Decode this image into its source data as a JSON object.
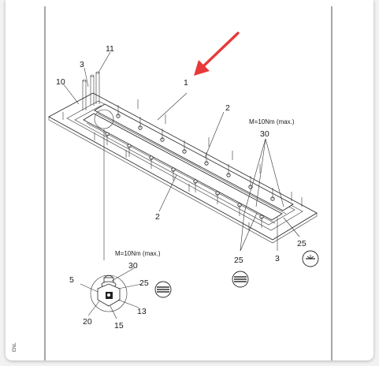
{
  "drawing": {
    "side_label": "ENL",
    "torque_top": "M=10Nm (max.)",
    "torque_detail": "M=10Nm (max.)",
    "labels": {
      "l1": "1",
      "l2a": "2",
      "l2b": "2",
      "l3a": "3",
      "l3b": "3",
      "l5": "5",
      "l10": "10",
      "l11": "11",
      "l13": "13",
      "l15": "15",
      "l20": "20",
      "l25a": "25",
      "l25b": "25",
      "l25c": "25",
      "l30a": "30",
      "l30b": "30"
    }
  },
  "colors": {
    "arrow": "#e8393a",
    "line": "#222222",
    "paper": "#ffffff",
    "background": "#f2f2f2"
  }
}
